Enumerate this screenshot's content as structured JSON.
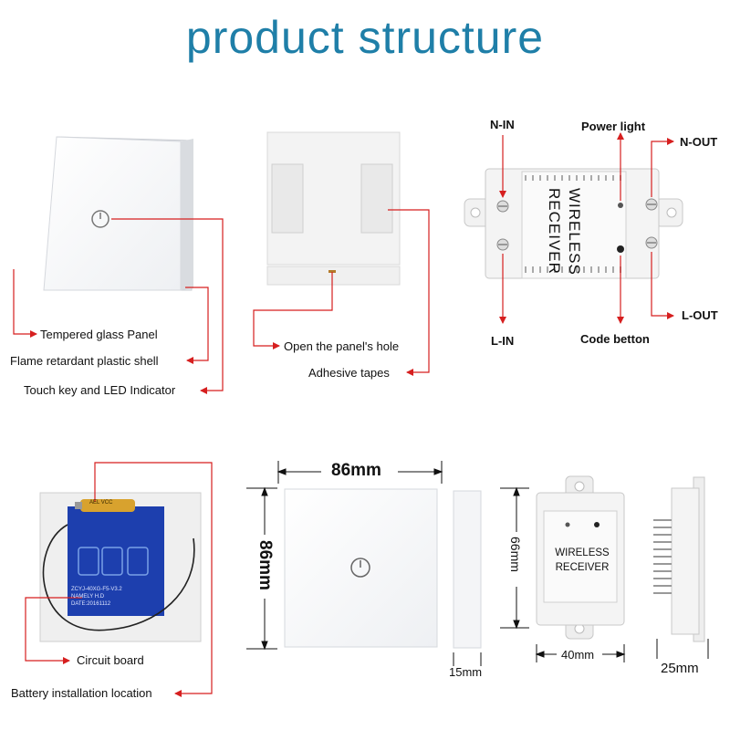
{
  "title": "product structure",
  "labels": {
    "tempered_glass": "Tempered glass Panel",
    "flame_shell": "Flame retardant plastic shell",
    "touch_key": "Touch key and LED Indicator",
    "panel_hole": "Open the panel's hole",
    "adhesive": "Adhesive tapes",
    "n_in": "N-IN",
    "power_light": "Power light",
    "n_out": "N-OUT",
    "l_in": "L-IN",
    "code_button": "Code betton",
    "l_out": "L-OUT",
    "circuit_board": "Circuit board",
    "battery": "Battery installation location"
  },
  "receiver_text": {
    "line1": "WIRELESS",
    "line2": "RECEIVER"
  },
  "board_text": {
    "line1": "ZCYJ-40XG-F5-V3.2",
    "line2": "NAMELY  H.D",
    "line3": "DATE:20161112",
    "battery": "AEL VCC"
  },
  "dimensions": {
    "width": "86mm",
    "height": "86mm",
    "panel_depth": "15mm",
    "receiver_height": "66mm",
    "receiver_width": "40mm",
    "receiver_depth": "25mm"
  },
  "colors": {
    "title": "#1f7fa8",
    "pointer": "#d61f1f"
  }
}
